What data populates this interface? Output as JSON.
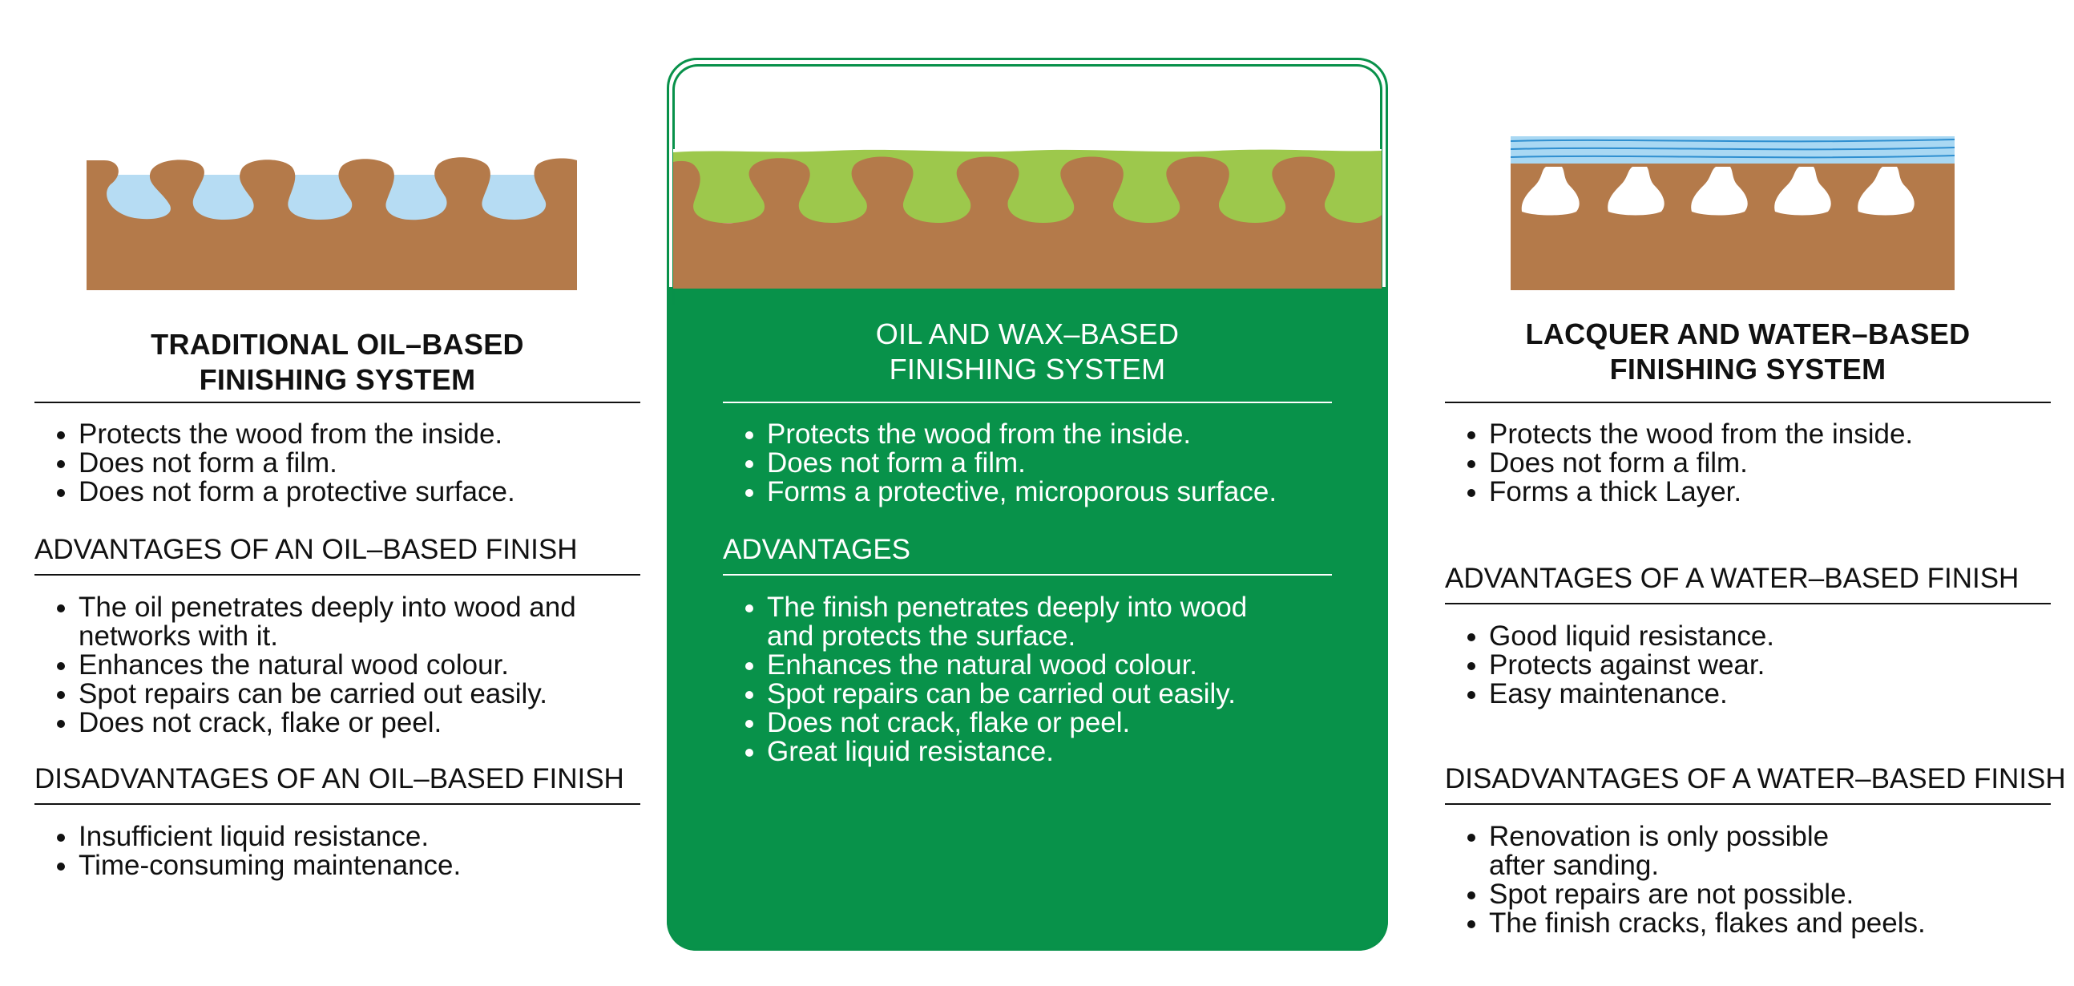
{
  "colors": {
    "wood": "#b47a4a",
    "oil": "#b6dcf3",
    "wax_oil": "#9dc84c",
    "panel_green": "#08924a",
    "lacquer": "#a9d8f3",
    "lacquer_lines": "#2f8fd0"
  },
  "left": {
    "title_line1": "TRADITIONAL OIL–BASED",
    "title_line2": "FINISHING SYSTEM",
    "properties": [
      "Protects the wood from the inside.",
      "Does not form a film.",
      "Does not form a protective surface."
    ],
    "advantages_heading": "ADVANTAGES OF AN OIL–BASED FINISH",
    "advantages": [
      "The oil penetrates deeply into wood and networks with it.",
      "Enhances the natural wood colour.",
      "Spot repairs can be carried out easily.",
      "Does not crack, flake or peel."
    ],
    "disadvantages_heading": "DISADVANTAGES OF AN OIL–BASED FINISH",
    "disadvantages": [
      "Insufficient liquid resistance.",
      "Time-consuming maintenance."
    ]
  },
  "middle": {
    "title_line1": "OIL AND WAX–BASED",
    "title_line2": "FINISHING SYSTEM",
    "properties": [
      "Protects the wood from the inside.",
      "Does not form a film.",
      "Forms a protective, microporous surface."
    ],
    "advantages_heading": "ADVANTAGES",
    "advantages": [
      "The finish penetrates deeply into wood and protects the surface.",
      "Enhances the natural wood colour.",
      "Spot repairs can be carried out easily.",
      "Does not crack, flake or peel.",
      "Great liquid resistance."
    ]
  },
  "right": {
    "title_line1": "LACQUER AND WATER–BASED",
    "title_line2": "FINISHING SYSTEM",
    "properties": [
      "Protects the wood from the inside.",
      "Does not form a film.",
      "Forms a thick Layer."
    ],
    "advantages_heading": "ADVANTAGES OF A WATER–BASED FINISH",
    "advantages": [
      "Good liquid resistance.",
      "Protects against wear.",
      "Easy maintenance."
    ],
    "disadvantages_heading": "DISADVANTAGES OF A WATER–BASED FINISH",
    "disadvantages": [
      "Renovation is only possible after sanding.",
      "Spot repairs are not possible.",
      "The finish cracks, flakes and peels."
    ]
  }
}
